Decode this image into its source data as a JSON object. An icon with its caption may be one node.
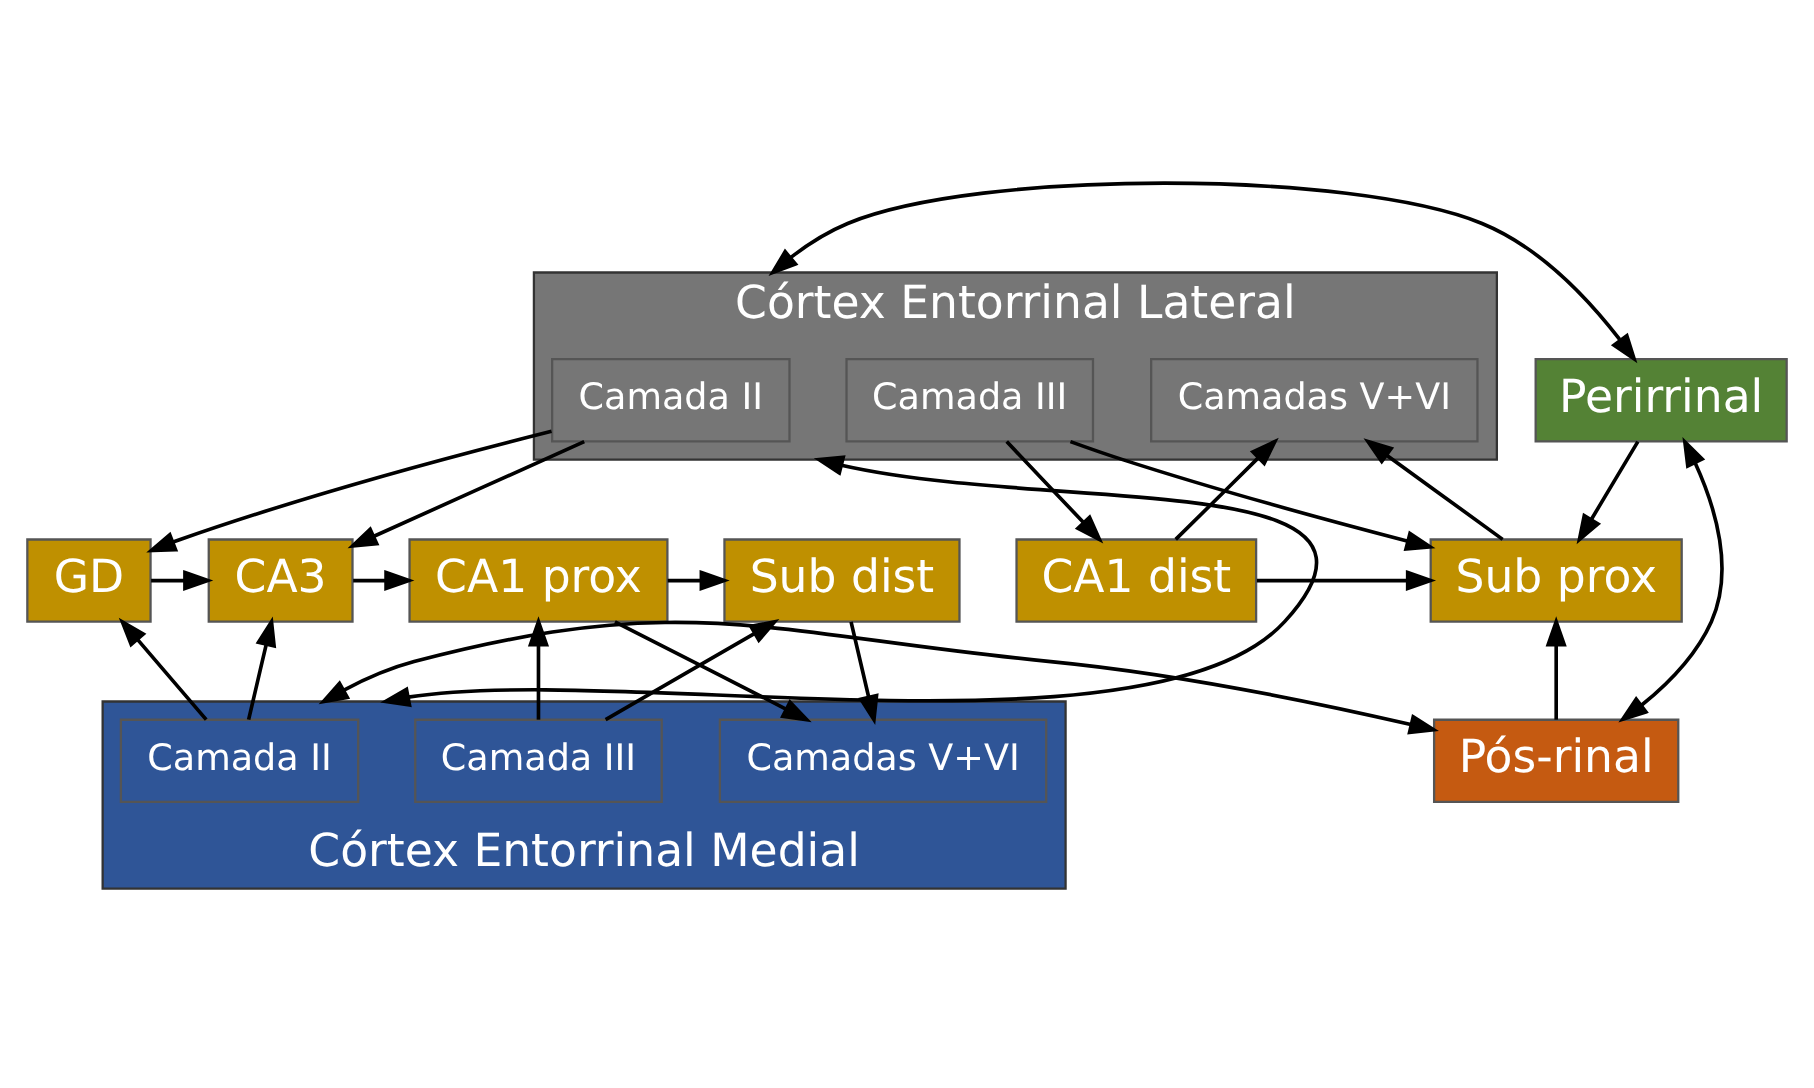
{
  "diagram": {
    "nodes": [
      {
        "text": [
          "Perirrinal"
        ]
      },
      {
        "text": [
          "Córtex Entorrinal Lateral"
        ]
      },
      {
        "text": [
          "Camada II"
        ],
        "in": 1
      },
      {
        "text": [
          "Camada III"
        ],
        "in": 1
      },
      {
        "text": [
          "Camadas V+VI"
        ],
        "in": 1
      },
      {
        "text": [
          "GD"
        ]
      },
      {
        "text": [
          "CA3"
        ]
      },
      {
        "text": [
          "CA1 prox"
        ]
      },
      {
        "text": [
          "CA1 dist"
        ]
      },
      {
        "text": [
          "Sub prox"
        ]
      },
      {
        "text": [
          "Sub dist"
        ]
      },
      {
        "text": [
          "Pós-rinal"
        ]
      },
      {
        "text": [
          "Córtex Entorrinal Medial"
        ]
      },
      {
        "text": [
          "Camada II"
        ],
        "in": 12
      },
      {
        "text": [
          "Camada III"
        ],
        "in": 12
      },
      {
        "text": [
          "Camadas V+VI"
        ],
        "in": 12
      }
    ],
    "edges": [
      {
        "from": 0,
        "to": 1,
        "arrow": "both"
      },
      {
        "from": 0,
        "to": 11,
        "arrow": "both"
      },
      {
        "from": 11,
        "to": 12,
        "arrow": "both"
      },
      {
        "from": 1,
        "to": 12,
        "arrow": "both"
      },
      {
        "from": 0,
        "to": 9,
        "arrow": "to"
      },
      {
        "from": 2,
        "to": 5,
        "arrow": "to"
      },
      {
        "from": 2,
        "to": 6,
        "arrow": "to"
      },
      {
        "from": 3,
        "to": 8,
        "arrow": "to"
      },
      {
        "from": 3,
        "to": 9,
        "arrow": "to"
      },
      {
        "from": 8,
        "to": 4,
        "arrow": "to"
      },
      {
        "from": 9,
        "to": 4,
        "arrow": "to"
      },
      {
        "from": 7,
        "to": 10,
        "arrow": "to"
      },
      {
        "from": 5,
        "to": 6,
        "arrow": "to"
      },
      {
        "from": 6,
        "to": 7,
        "arrow": "to"
      },
      {
        "from": 8,
        "to": 9,
        "arrow": "to"
      },
      {
        "from": 13,
        "to": 5,
        "arrow": "to"
      },
      {
        "from": 13,
        "to": 6,
        "arrow": "to"
      },
      {
        "from": 14,
        "to": 7,
        "arrow": "to"
      },
      {
        "from": 14,
        "to": 10,
        "arrow": "to"
      },
      {
        "from": 11,
        "to": 9,
        "arrow": "to"
      },
      {
        "from": 7,
        "to": 15,
        "arrow": "to"
      },
      {
        "from": 10,
        "to": 15,
        "arrow": "to"
      }
    ]
  }
}
